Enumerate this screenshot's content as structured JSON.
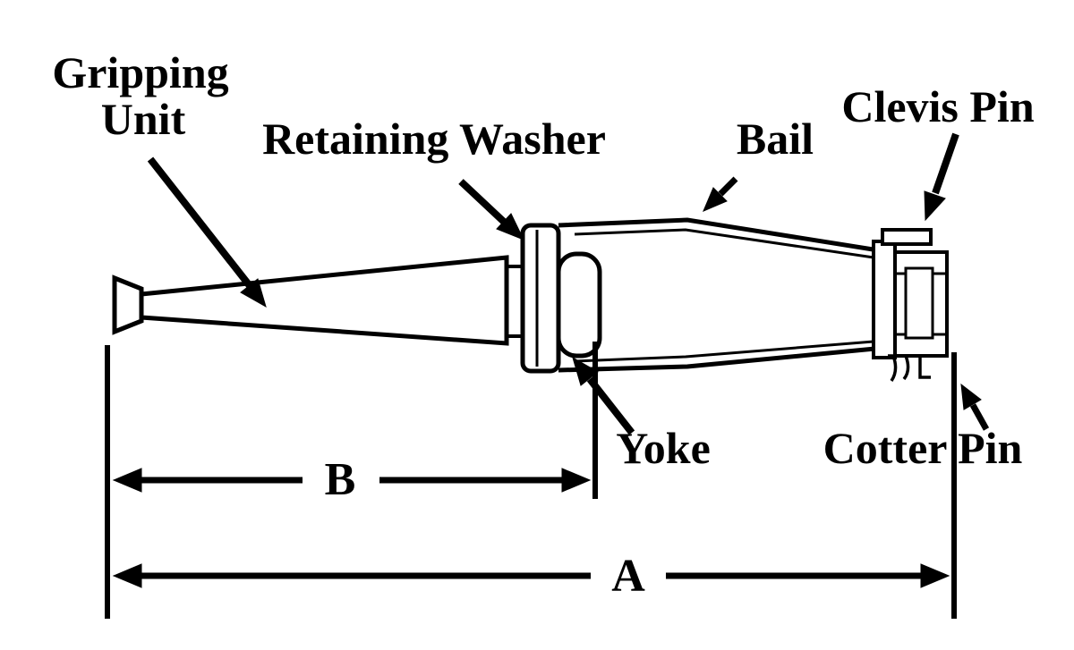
{
  "diagram": {
    "labels": {
      "gripping_unit_line1": "Gripping",
      "gripping_unit_line2": "Unit",
      "retaining_washer": "Retaining Washer",
      "bail": "Bail",
      "clevis_pin": "Clevis Pin",
      "yoke": "Yoke",
      "cotter_pin": "Cotter Pin",
      "dim_b": "B",
      "dim_a": "A"
    },
    "colors": {
      "line": "#000000",
      "background": "#ffffff"
    }
  }
}
